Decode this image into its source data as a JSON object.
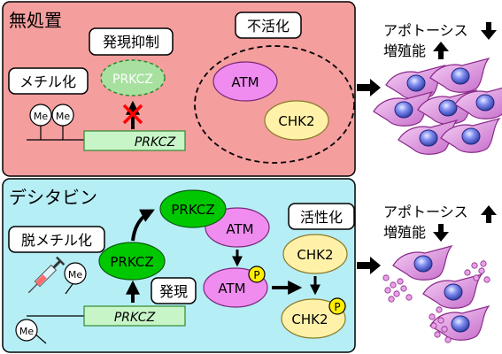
{
  "untreated": {
    "title": "無処置",
    "silencing_label": "発現抑制",
    "methylation_label": "メチル化",
    "inactivation_label": "不活化",
    "protein_label": "PRKCZ",
    "gene_label": "PRKCZ",
    "methyl_mark": "Me",
    "atm_label": "ATM",
    "chk2_label": "CHK2"
  },
  "decitabine": {
    "title": "デシタビン",
    "demethylation_label": "脱メチル化",
    "expression_label": "発現",
    "activation_label": "活性化",
    "protein_label": "PRKCZ",
    "bound_prkcz_label": "PRKCZ",
    "gene_label": "PRKCZ",
    "methyl_mark": "Me",
    "atm_label": "ATM",
    "atm_p_label": "ATM",
    "phospho_mark": "P",
    "chk2_label": "CHK2",
    "chk2_p_label": "CHK2"
  },
  "outcomes": {
    "untreated": {
      "apoptosis": "アポトーシス",
      "proliferation": "増殖能"
    },
    "treated": {
      "apoptosis": "アポトーシス",
      "proliferation": "増殖能"
    }
  },
  "colors": {
    "untreated_panel": "#f49e9e",
    "treated_panel": "#b6eef6",
    "prkcz_green": "#00c800",
    "atm_pink": "#f08cf0",
    "chk2_yellow": "#fff2a8",
    "phospho_yellow": "#ffee00",
    "inhibit_red": "#ff0000",
    "cell_purple": "#e59ce8",
    "nucleus_blue": "#5b6bd9"
  }
}
